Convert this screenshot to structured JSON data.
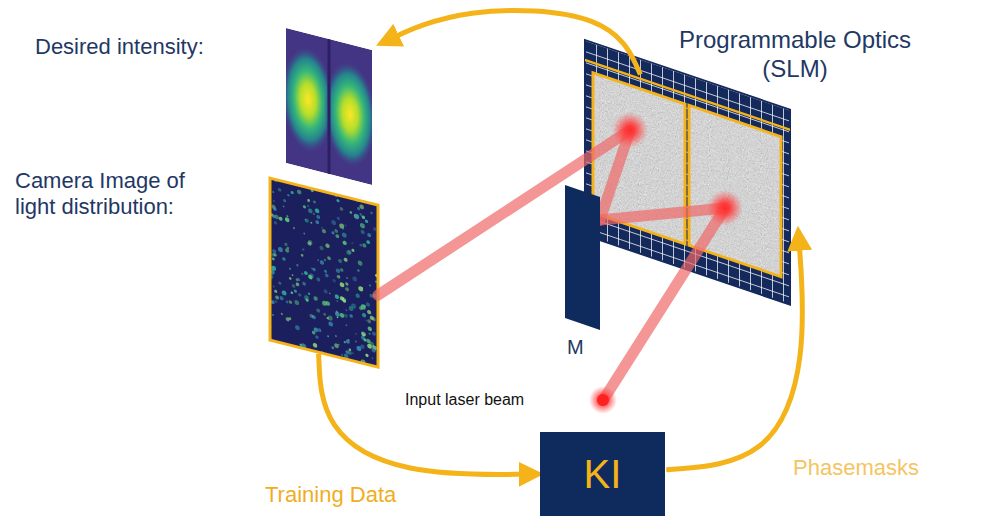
{
  "diagram": {
    "nodes": [
      {
        "text": [
          "Desired intensity:"
        ]
      },
      {
        "text": [
          "Programmable Optics (SLM)"
        ]
      },
      {
        "text": [
          "Camera Image of light distribution:"
        ]
      },
      {
        "text": [
          "M"
        ]
      },
      {
        "text": [
          "Input laser beam"
        ]
      },
      {
        "text": [
          "KI"
        ]
      }
    ],
    "edges": [
      {
        "from": 2,
        "to": 5,
        "label": "Training Data",
        "arrow": "to"
      },
      {
        "from": 5,
        "to": 1,
        "label": "Phasemasks",
        "arrow": "to"
      },
      {
        "from": 1,
        "to": 0,
        "arrow": "to"
      },
      {
        "from": 4,
        "to": 1,
        "arrow": "none"
      },
      {
        "from": 1,
        "to": 3,
        "arrow": "none"
      },
      {
        "from": 3,
        "to": 1,
        "arrow": "none"
      },
      {
        "from": 1,
        "to": 2,
        "arrow": "none"
      }
    ]
  }
}
